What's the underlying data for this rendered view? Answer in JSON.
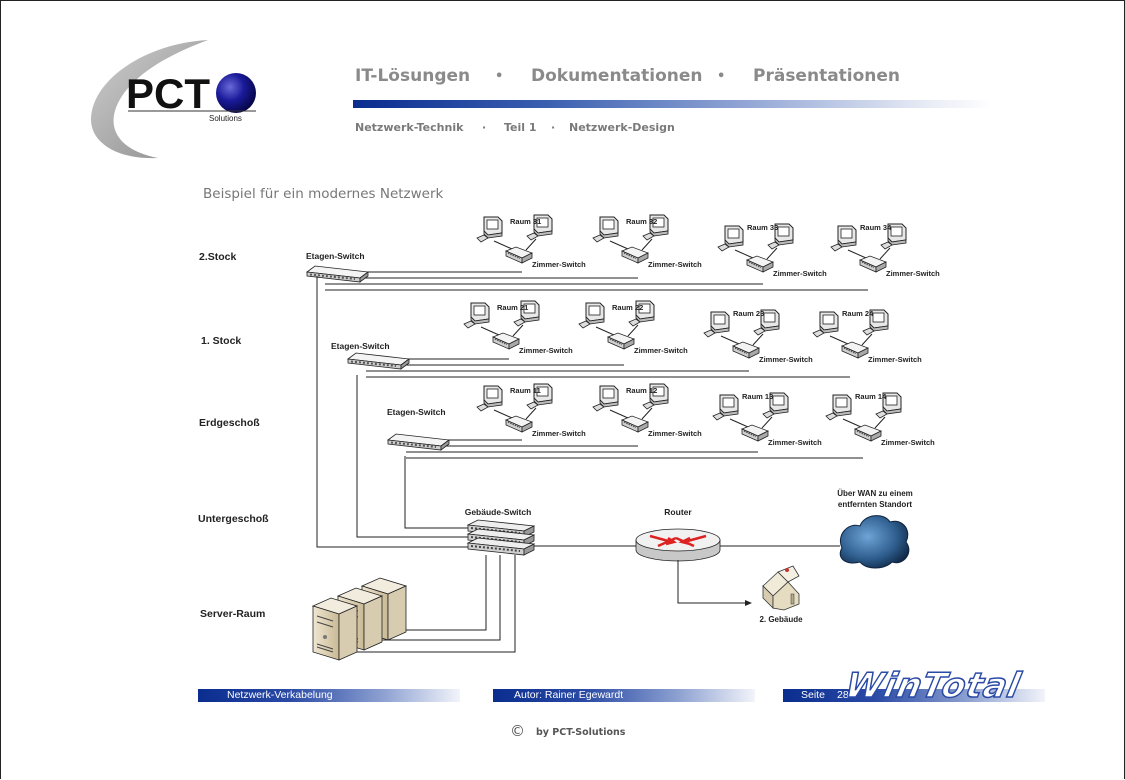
{
  "header": {
    "logo": {
      "text": "PCT",
      "sub": "Solutions"
    },
    "nav": [
      {
        "label": "IT-Lösungen"
      },
      {
        "label": "Dokumentationen"
      },
      {
        "label": "Präsentationen"
      }
    ],
    "nav_separator": "•",
    "breadcrumb": [
      {
        "label": "Netzwerk-Technik"
      },
      {
        "label": "Teil 1"
      },
      {
        "label": "Netzwerk-Design"
      }
    ],
    "breadcrumb_separator": "·"
  },
  "slide": {
    "subtitle": "Beispiel für ein modernes Netzwerk"
  },
  "diagram": {
    "floors": [
      {
        "label": "2.Stock",
        "switch": "Etagen-Switch",
        "rooms": [
          "Raum 31",
          "Raum 32",
          "Raum 33",
          "Raum 34"
        ]
      },
      {
        "label": "1. Stock",
        "switch": "Etagen-Switch",
        "rooms": [
          "Raum 21",
          "Raum 22",
          "Raum 23",
          "Raum 24"
        ]
      },
      {
        "label": "Erdgeschoß",
        "switch": "Etagen-Switch",
        "rooms": [
          "Raum 11",
          "Raum 12",
          "Raum 13",
          "Raum 14"
        ]
      }
    ],
    "room_switch_label": "Zimmer-Switch",
    "basement_label": "Untergeschoß",
    "server_room_label": "Server-Raum",
    "building_switch_label": "Gebäude-Switch",
    "router_label": "Router",
    "wan_label_line1": "Über WAN zu einem",
    "wan_label_line2": "entfernten Standort",
    "second_building_label": "2. Gebäude"
  },
  "footer": {
    "topic": "Netzwerk-Verkabelung",
    "author": "Autor:  Rainer Egewardt",
    "page_label": "Seite",
    "page_number": "28",
    "watermark": "WinTotal",
    "copyright_symbol": "©",
    "copyright_text": "by PCT-Solutions"
  },
  "colors": {
    "accent_blue": "#0a2d8f",
    "nav_gray": "#8a8a8a",
    "router_red": "#d22",
    "cloud_blue": "#2f5f8f"
  }
}
